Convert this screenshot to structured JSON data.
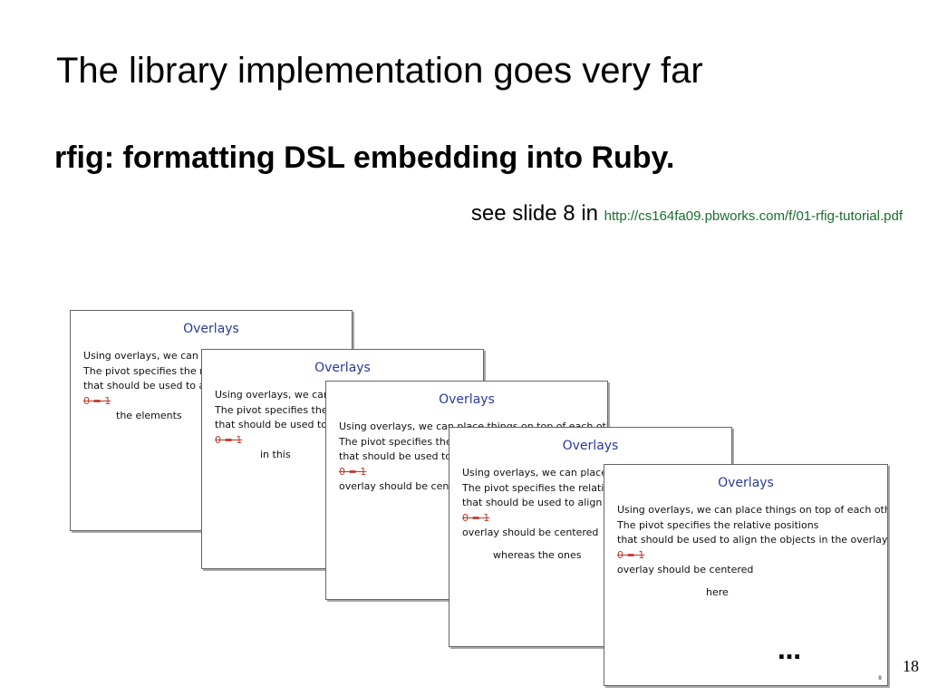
{
  "slide": {
    "title": "The library implementation goes very far",
    "subtitle": "rfig: formatting DSL embedding into Ruby.",
    "reference_prefix": "see slide 8 in",
    "reference_url": "http://cs164fa09.pbworks.com/f/01-rfig-tutorial.pdf",
    "ellipsis": "…",
    "page_number": "18"
  },
  "thumbnails": [
    {
      "title": "Overlays",
      "lines": [
        "Using overlays, we can place things on top of each other.",
        "The pivot specifies the relative positions",
        "that should be used to align the objects in the overlay."
      ],
      "struck": "0 = 1",
      "last_line": "",
      "extra": "the elements",
      "page": ""
    },
    {
      "title": "Overlays",
      "lines": [
        "Using overlays, we can place things on top of each other.",
        "The pivot specifies the relative positions",
        "that should be used to align the objects in the overlay."
      ],
      "struck": "0 = 1",
      "last_line": "",
      "extra": "in this",
      "page": ""
    },
    {
      "title": "Overlays",
      "lines": [
        "Using overlays, we can place things on top of each other.",
        "The pivot specifies the relative positions",
        "that should be used to align the objects in the overlay."
      ],
      "struck": "0 = 1",
      "last_line": "overlay should be centered",
      "extra": "",
      "page": ""
    },
    {
      "title": "Overlays",
      "lines": [
        "Using overlays, we can place things on top of each other.",
        "The pivot specifies the relative positions",
        "that should be used to align the objects in the overlay."
      ],
      "struck": "0 = 1",
      "last_line": "overlay should be centered",
      "extra": "whereas the ones",
      "page": ""
    },
    {
      "title": "Overlays",
      "lines": [
        "Using overlays, we can place things on top of each other.",
        "The pivot specifies the relative positions",
        "that should be used to align the objects in the overlay."
      ],
      "struck": "0 = 1",
      "last_line": "overlay should be centered",
      "extra": "here",
      "page": "8"
    }
  ]
}
